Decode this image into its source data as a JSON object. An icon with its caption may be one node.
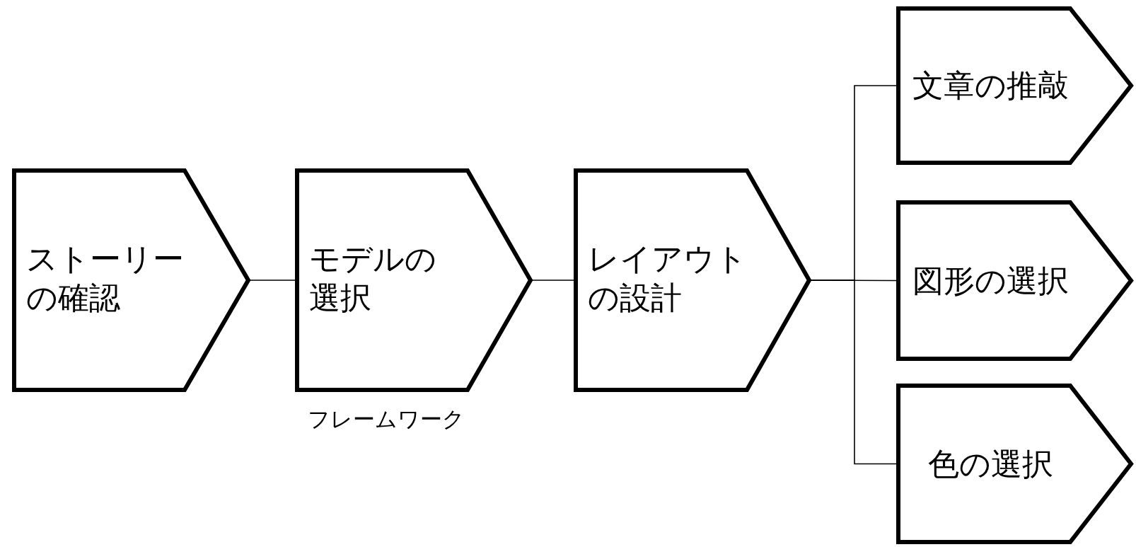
{
  "diagram": {
    "nodes": [
      {
        "text": [
          "ストーリーの確認"
        ]
      },
      {
        "text": [
          "モデルの選択"
        ],
        "beside": [
          "フレームワーク"
        ]
      },
      {
        "text": [
          "レイアウトの設計"
        ]
      },
      {
        "text": [
          "文章の推敲"
        ]
      },
      {
        "text": [
          "図形の選択"
        ]
      },
      {
        "text": [
          "色の選択"
        ]
      }
    ],
    "edges": [
      {
        "from": 0,
        "to": 1,
        "arrow": "none"
      },
      {
        "from": 1,
        "to": 2,
        "arrow": "none"
      },
      {
        "from": 2,
        "to": 3,
        "arrow": "none"
      },
      {
        "from": 2,
        "to": 4,
        "arrow": "none"
      },
      {
        "from": 2,
        "to": 5,
        "arrow": "none"
      }
    ]
  }
}
